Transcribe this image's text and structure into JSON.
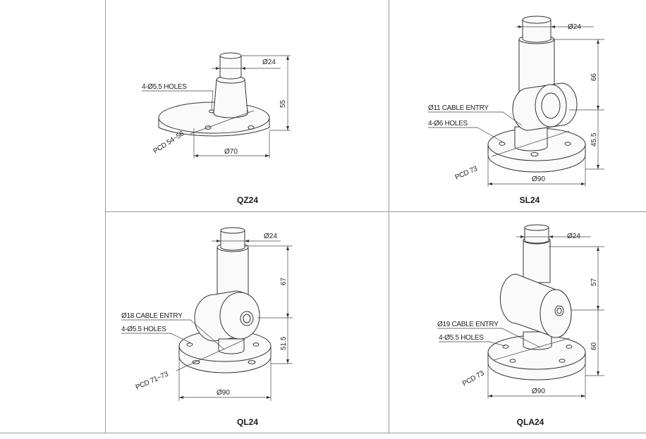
{
  "panels": [
    {
      "model": "QZ24",
      "dims": {
        "top_diameter": "Ø24",
        "height": "55",
        "base_diameter": "Ø70"
      },
      "labels": {
        "holes": "4-Ø5.5 HOLES",
        "pcd": "PCD 54~56"
      }
    },
    {
      "model": "SL24",
      "dims": {
        "top_diameter": "Ø24",
        "upper_height": "66",
        "lower_height": "45.5",
        "base_diameter": "Ø90"
      },
      "labels": {
        "cable": "Ø11 CABLE ENTRY",
        "holes": "4-Ø6 HOLES",
        "pcd": "PCD 73"
      }
    },
    {
      "model": "QL24",
      "dims": {
        "top_diameter": "Ø24",
        "upper_height": "67",
        "lower_height": "51.5",
        "base_diameter": "Ø90"
      },
      "labels": {
        "cable": "Ø18 CABLE ENTRY",
        "holes": "4-Ø5.5 HOLES",
        "pcd": "PCD 71~73"
      }
    },
    {
      "model": "QLA24",
      "dims": {
        "top_diameter": "Ø24",
        "upper_height": "57",
        "lower_height": "60",
        "base_diameter": "Ø90"
      },
      "labels": {
        "cable": "Ø19 CABLE ENTRY",
        "holes": "4-Ø5.5 HOLES",
        "pcd": "PCD 73"
      }
    }
  ]
}
